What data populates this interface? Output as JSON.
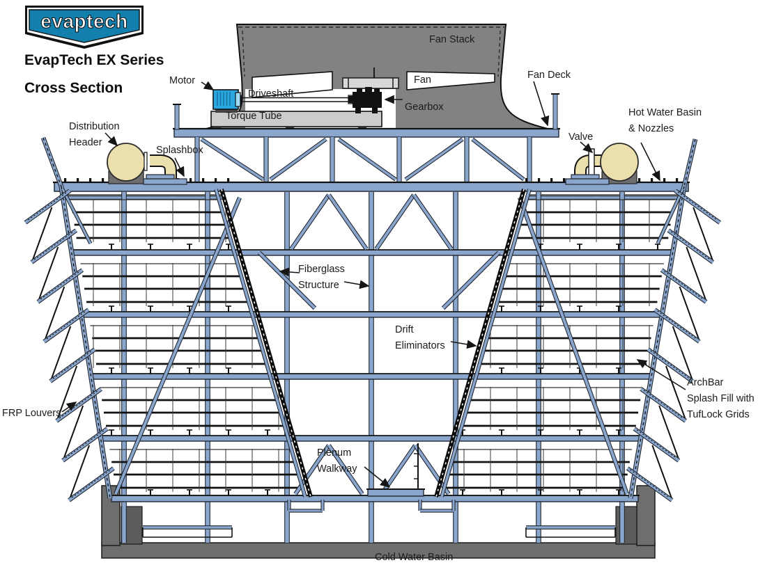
{
  "logo": {
    "text": "evaptech"
  },
  "title": {
    "line1": "EvapTech EX Series",
    "line2": "Cross Section"
  },
  "labels": {
    "fan_stack": "Fan Stack",
    "fan_deck": "Fan Deck",
    "motor": "Motor",
    "driveshaft": "Driveshaft",
    "fan": "Fan",
    "gearbox": "Gearbox",
    "torque_tube": "Torque Tube",
    "distribution_header": {
      "line1": "Distribution",
      "line2": "Header"
    },
    "splashbox": "Splashbox",
    "valve": "Valve",
    "hot_water_basin": {
      "line1": "Hot Water Basin",
      "line2": "& Nozzles"
    },
    "fiberglass_structure": {
      "line1": "Fiberglass",
      "line2": "Structure"
    },
    "drift_eliminators": {
      "line1": "Drift",
      "line2": "Eliminators"
    },
    "archbar_fill": {
      "line1": "ArchBar",
      "line2": "Splash Fill with",
      "line3": "TufLock Grids"
    },
    "frp_louvers": "FRP Louvers",
    "plenum_walkway": {
      "line1": "Plenum",
      "line2": "Walkway"
    },
    "cold_water_basin": "Cold Water Basin"
  },
  "colors": {
    "steel": "#8ba6cd",
    "outline": "#202730",
    "black": "#161616",
    "stack_gray": "#828282",
    "mid_gray": "#6e6e6e",
    "pier_gray": "#5c5c5c",
    "cream": "#ecdfae",
    "motor_blue": "#2aa7e0",
    "motor_dark": "#156f9c",
    "light_gray": "#cccccc",
    "hub_gray": "#d8d8d8",
    "logo_teal": "#137fad",
    "white": "#ffffff"
  }
}
